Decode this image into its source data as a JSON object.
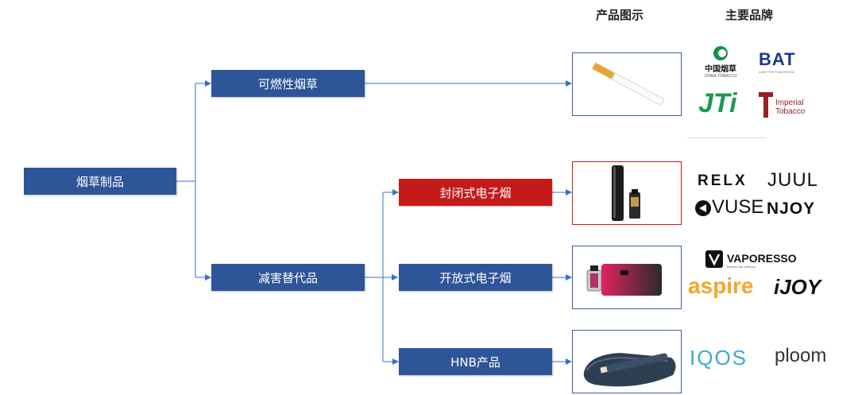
{
  "headers": {
    "product_image": "产品图示",
    "main_brands": "主要品牌"
  },
  "nodes": {
    "root": "烟草制品",
    "combustible": "可燃性烟草",
    "reduced_harm": "减害替代品",
    "closed_ecig": "封闭式电子烟",
    "open_ecig": "开放式电子烟",
    "hnb": "HNB产品"
  },
  "brands": {
    "china_tobacco_cn": "中国烟草",
    "china_tobacco_en": "CHINA TOBACCO",
    "bat": "BAT",
    "bat_tagline": "A BETTER TOMORROW",
    "jti": "JTi",
    "imperial_1": "Imperial",
    "imperial_2": "Tobacco",
    "relx": "RELX",
    "juul": "JUUL",
    "vuse": "VUSE",
    "njoy": "NJOY",
    "vaporesso": "VAPORESSO",
    "vaporesso_tagline": "Beyond the ordinary",
    "aspire": "aspire",
    "ijoy": "iJOY",
    "iqos": "IQOS",
    "ploom": "ploom"
  },
  "colors": {
    "node_blue": "#2e5597",
    "node_red": "#c41a1a",
    "connector": "#3b6fc4"
  }
}
